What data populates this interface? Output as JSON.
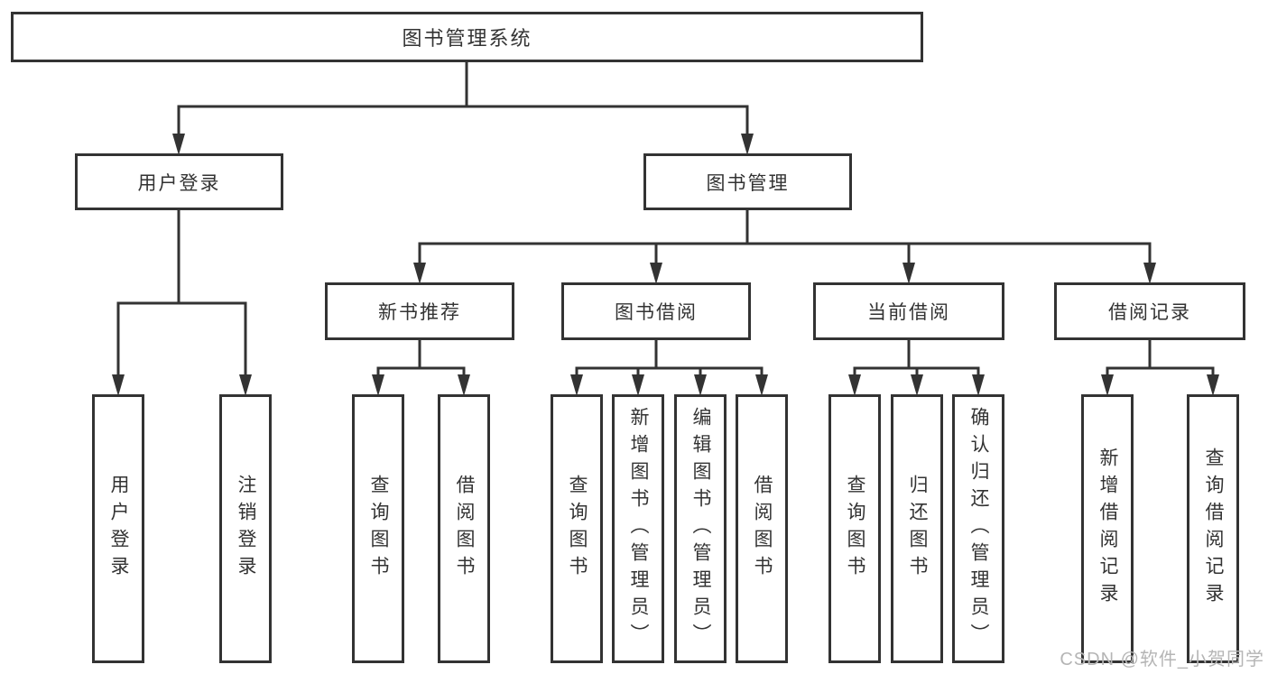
{
  "diagram": {
    "root": {
      "label": "图书管理系统"
    },
    "branches": {
      "user_login": {
        "label": "用户登录"
      },
      "book_mgmt": {
        "label": "图书管理"
      }
    },
    "modules": {
      "new_book_rec": {
        "label": "新书推荐"
      },
      "book_borrow": {
        "label": "图书借阅"
      },
      "current_borrow": {
        "label": "当前借阅"
      },
      "borrow_record": {
        "label": "借阅记录"
      }
    },
    "leaves": {
      "user_login_leaf": {
        "label": "用户登录"
      },
      "logout": {
        "label": "注销登录"
      },
      "nbr_query": {
        "label": "查询图书"
      },
      "nbr_borrow": {
        "label": "借阅图书"
      },
      "bb_query": {
        "label": "查询图书"
      },
      "bb_add": {
        "label": "新增图书（管理员）"
      },
      "bb_edit": {
        "label": "编辑图书（管理员）"
      },
      "bb_borrow": {
        "label": "借阅图书"
      },
      "cb_query": {
        "label": "查询图书"
      },
      "cb_return": {
        "label": "归还图书"
      },
      "cb_confirm": {
        "label": "确认归还（管理员）"
      },
      "br_add": {
        "label": "新增借阅记录"
      },
      "br_query": {
        "label": "查询借阅记录"
      }
    }
  },
  "watermark": {
    "text": "CSDN @软件_小贺同学"
  },
  "colors": {
    "line": "#333333",
    "text": "#333333",
    "box_background": "#ffffff",
    "watermark": "#b5b5b5",
    "background": "#ffffff"
  }
}
